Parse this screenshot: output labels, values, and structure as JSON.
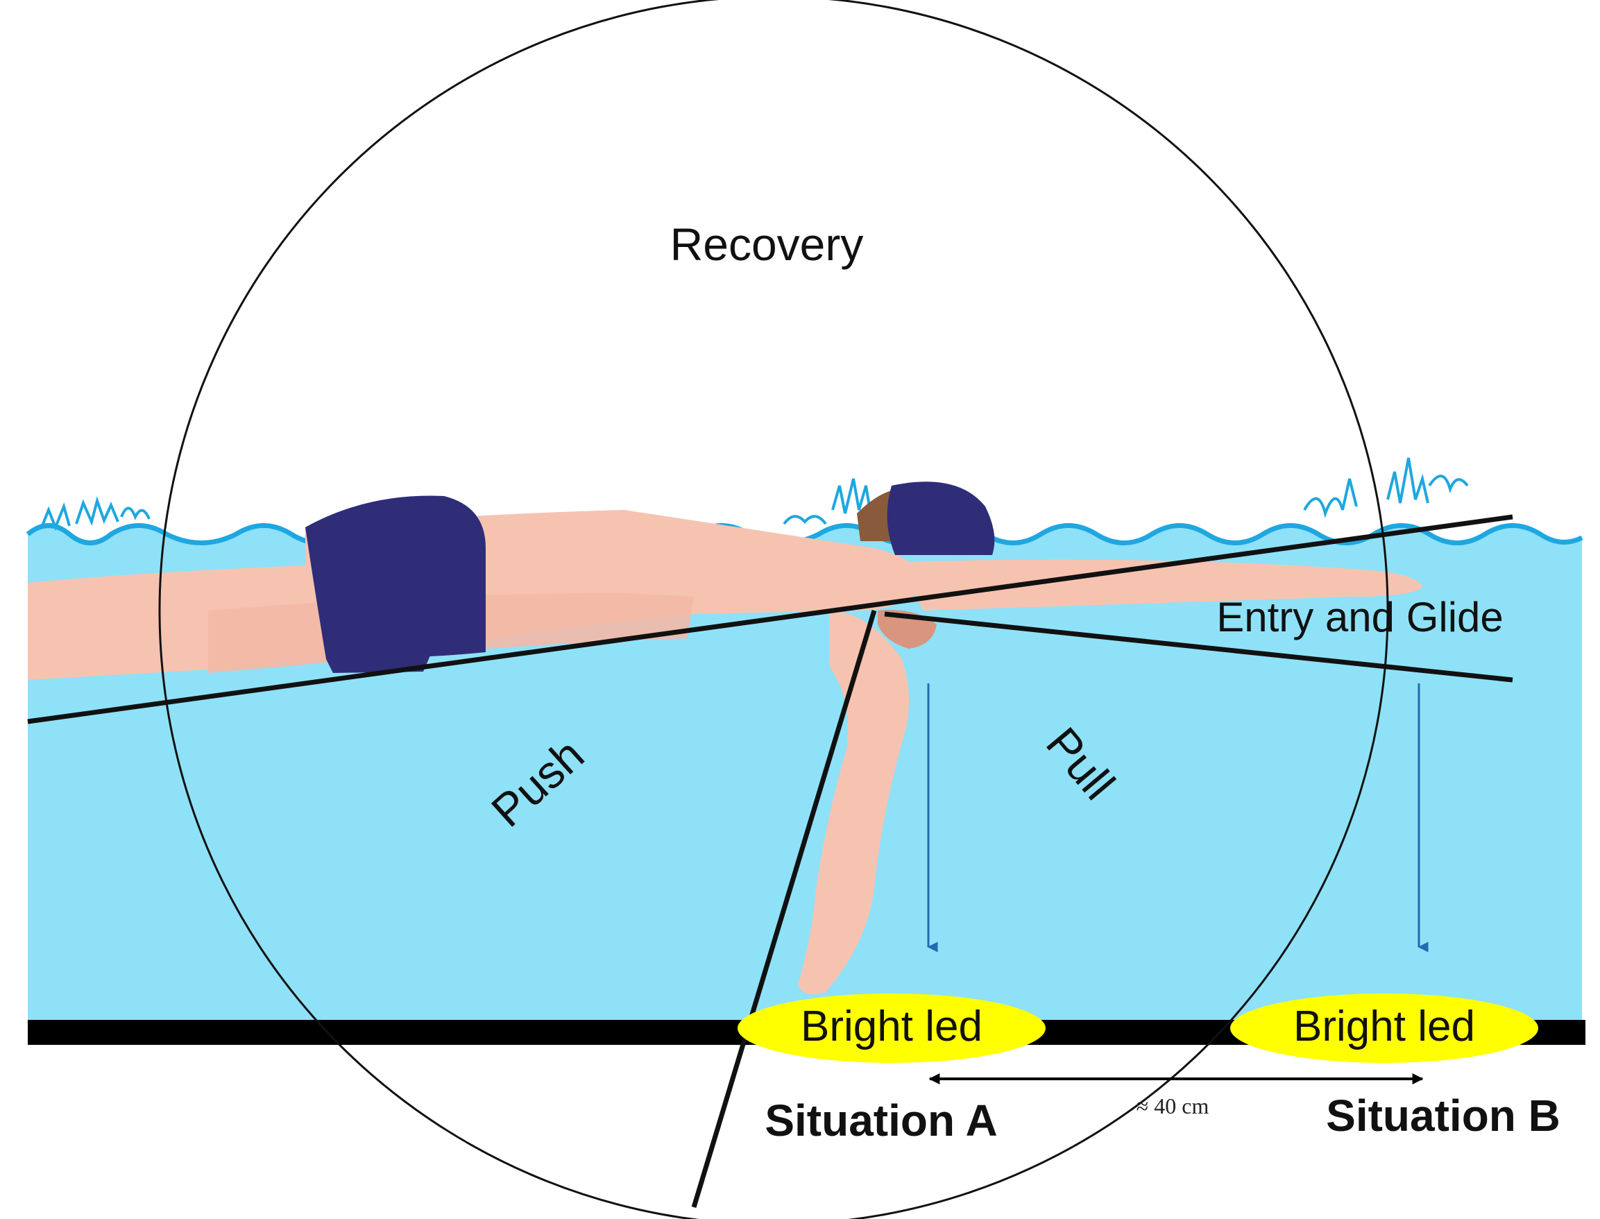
{
  "labels": {
    "recovery": "Recovery",
    "entry_and_glide": "Entry and Glide",
    "push": "Push",
    "pull": "Pull",
    "led_a": "Bright led",
    "led_b": "Bright led",
    "situation_a": "Situation A",
    "situation_b": "Situation B",
    "distance": "≈ 40 cm"
  },
  "colors": {
    "water": "#8fe1f7",
    "water_surface_line": "#1ea7e0",
    "skin": "#f6c3b1",
    "swimsuit": "#2f2d78",
    "led": "#ffff00",
    "floor_line": "#000000",
    "arrow": "#1f6cb3",
    "hair": "#8a5a3c"
  }
}
